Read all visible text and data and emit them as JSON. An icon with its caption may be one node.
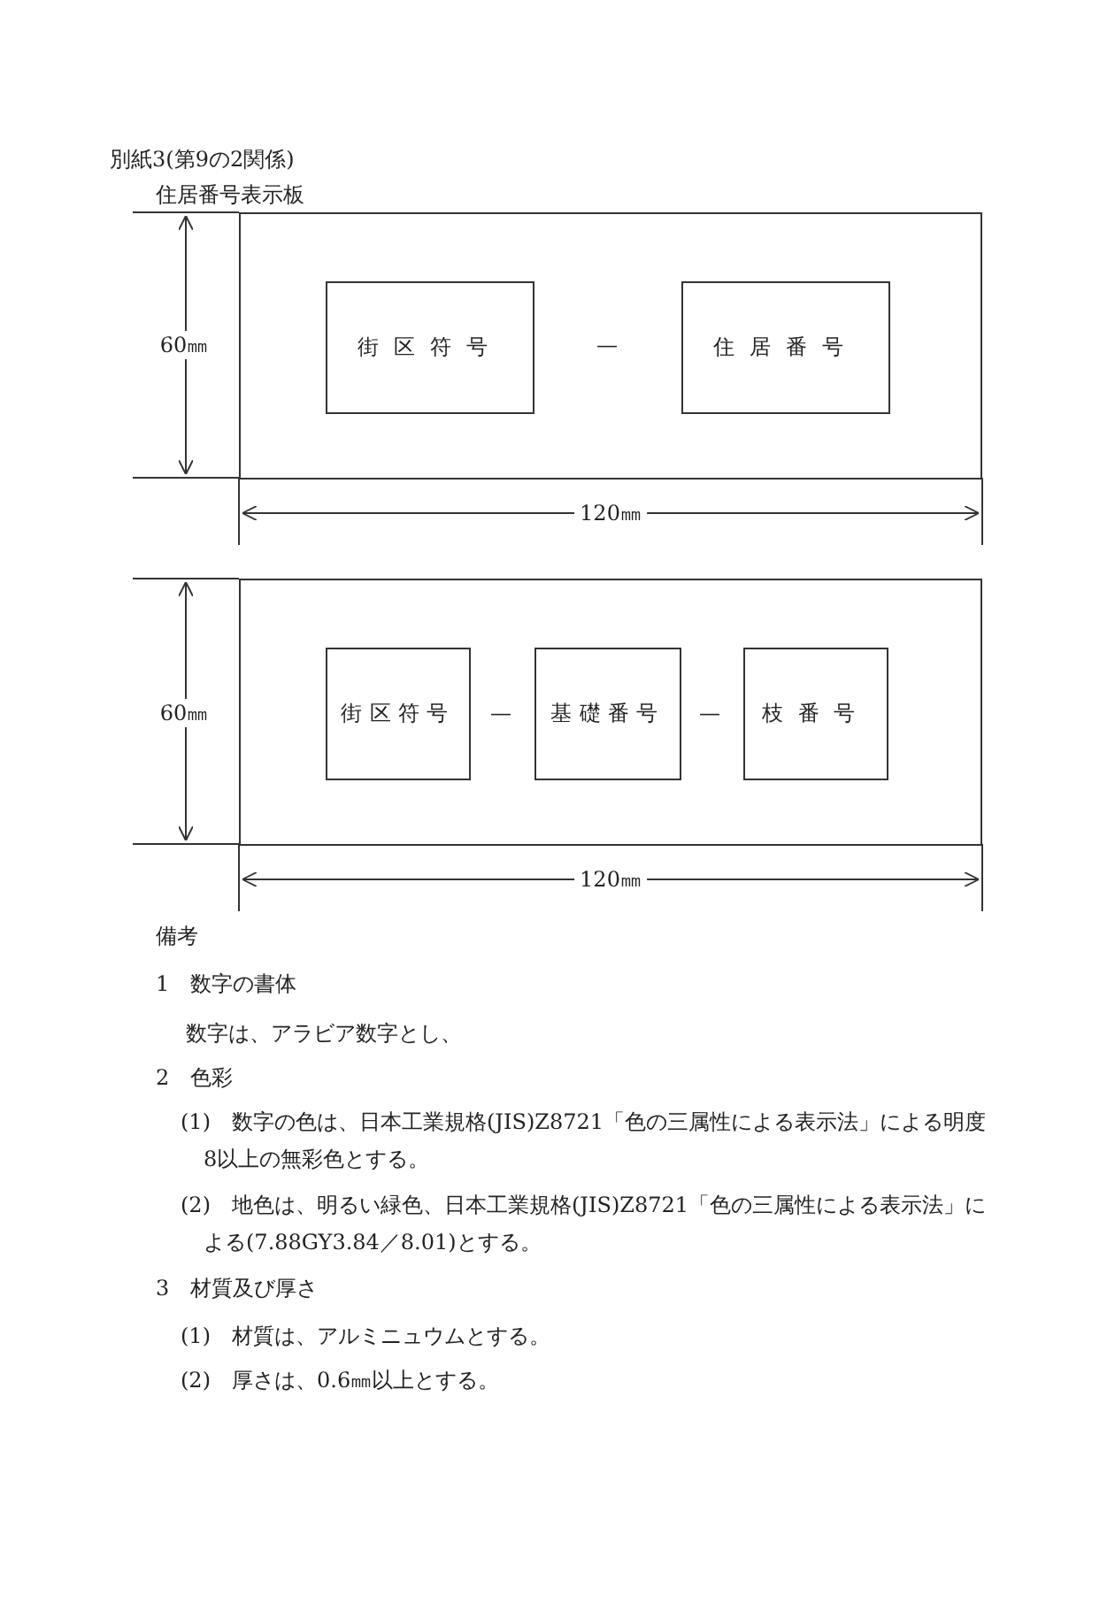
{
  "diagram": {
    "title": "住居番号表示板",
    "nodes": [
      {
        "text": [],
        "shape": "box"
      },
      {
        "text": [
          "街区符号"
        ],
        "in": 0
      },
      {
        "text": [
          "住居番号"
        ],
        "in": 0
      },
      {
        "text": [],
        "shape": "box"
      },
      {
        "text": [
          "街区符号"
        ],
        "in": 3
      },
      {
        "text": [
          "基礎番号"
        ],
        "in": 3
      },
      {
        "text": [
          "枝番号"
        ],
        "in": 3
      }
    ],
    "labels": [
      "別紙3(第9の2関係)",
      "60㎜",
      "—",
      "120㎜",
      "60㎜",
      "—",
      "—",
      "120㎜",
      "備考",
      "1　数字の書体",
      "数字は、アラビア数字とし、",
      "2　色彩",
      "(1)　数字の色は、日本工業規格(JIS)Z8721「色の三属性による表示法」による明度8以上の無彩色とする。",
      "(2)　地色は、明るい緑色、日本工業規格(JIS)Z8721「色の三属性による表示法」による(7.88GY3.84／8.01)とする。",
      "3　材質及び厚さ",
      "(1)　材質は、アルミニュウムとする。",
      "(2)　厚さは、0.6㎜以上とする。"
    ]
  }
}
